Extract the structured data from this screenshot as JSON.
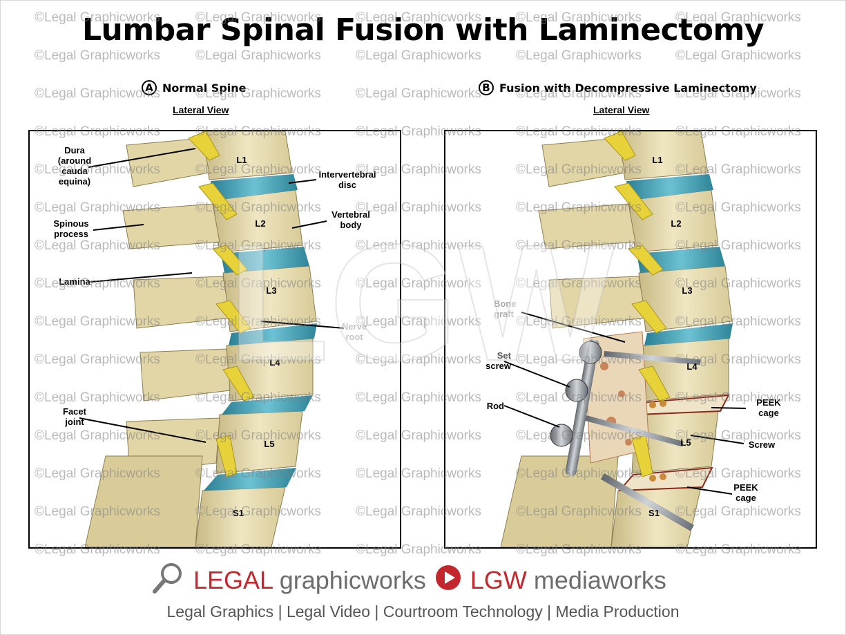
{
  "title": "Lumbar Spinal Fusion with Laminectomy",
  "panels": [
    {
      "letter": "A",
      "title": "Normal Spine",
      "view": "Lateral View",
      "labels": {
        "dura": "Dura\n(around\ncauda\nequina)",
        "spinous": "Spinous\nprocess",
        "lamina": "Lamina",
        "facet": "Facet\njoint",
        "disc": "Intervertebral\ndisc",
        "body": "Vertebral\nbody",
        "nerve": "Nerve\nroot",
        "l1": "L1",
        "l2": "L2",
        "l3": "L3",
        "l4": "L4",
        "l5": "L5",
        "s1": "S1"
      }
    },
    {
      "letter": "B",
      "title": "Fusion with Decompressive Laminectomy",
      "view": "Lateral View",
      "labels": {
        "bone": "Bone\ngraft",
        "setscrew": "Set\nscrew",
        "rod": "Rod",
        "peek1": "PEEK\ncage",
        "screw": "Screw",
        "peek2": "PEEK\ncage",
        "l1": "L1",
        "l2": "L2",
        "l3": "L3",
        "l4": "L4",
        "l5": "L5",
        "s1": "S1"
      }
    }
  ],
  "watermark": "©Legal Graphicworks",
  "watermark_logo": "LGW",
  "footer": {
    "brand1_a": "LEGAL",
    "brand1_b": "graphicworks",
    "brand2_a": "LGW",
    "brand2_b": "mediaworks",
    "tagline": "Legal Graphics | Legal Video | Courtroom Technology | Media Production"
  },
  "colors": {
    "bone": "#e6dcb0",
    "disc": "#3f9fb4",
    "nerve": "#e8d23a",
    "brand_red": "#c2272d",
    "metal": "#8a8f96"
  }
}
